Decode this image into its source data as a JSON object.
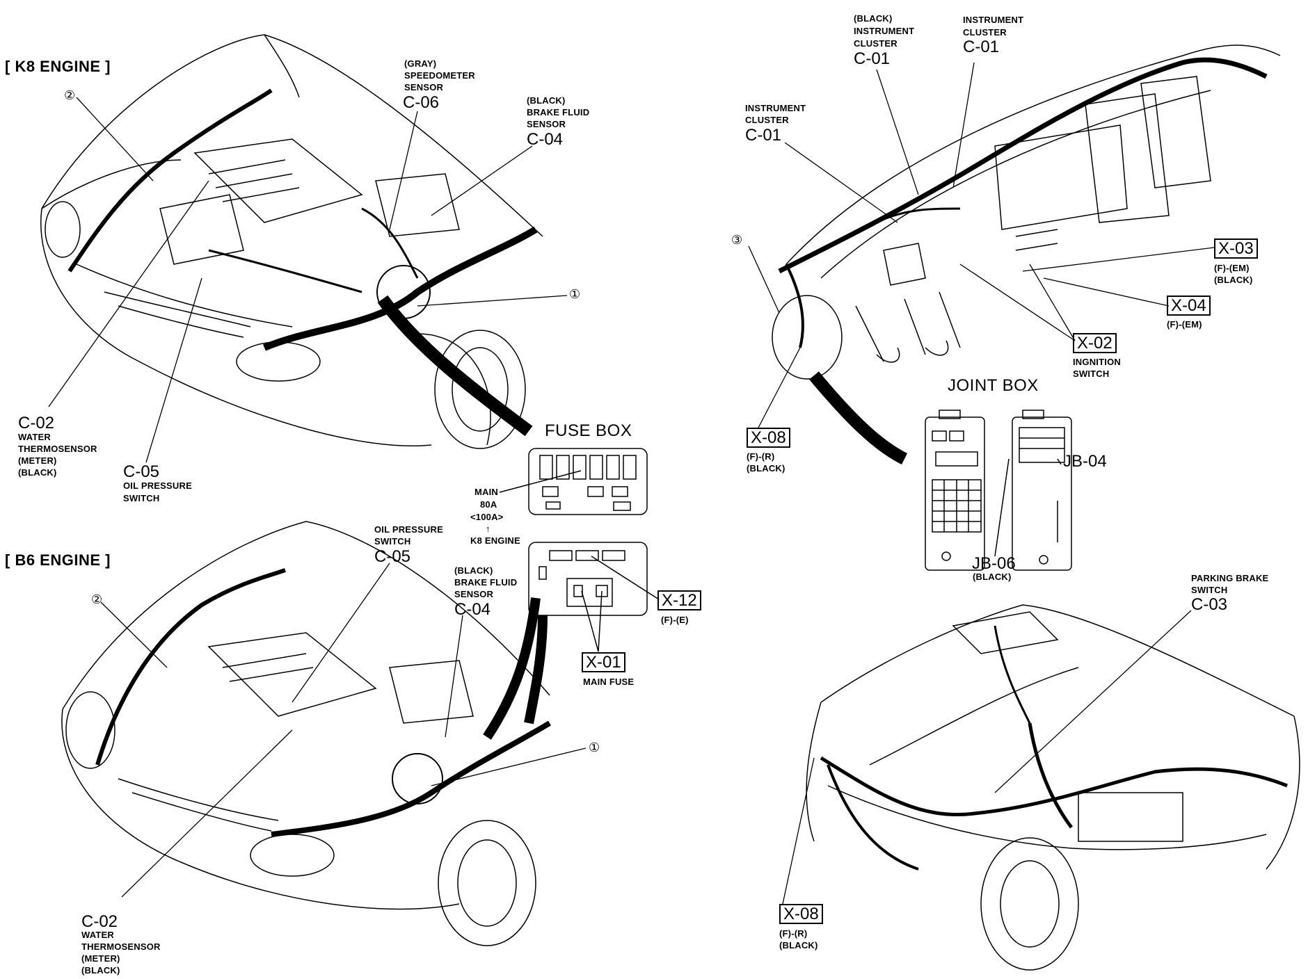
{
  "k8": {
    "title": "[ K8 ENGINE ]",
    "callout_2": "②",
    "callout_1": "①",
    "speedo_note": "(GRAY)",
    "speedo_name1": "SPEEDOMETER",
    "speedo_name2": "SENSOR",
    "speedo_code": "C-06",
    "brake_note": "(BLACK)",
    "brake_name1": "BRAKE FLUID",
    "brake_name2": "SENSOR",
    "brake_code": "C-04",
    "water_code": "C-02",
    "water_name1": "WATER",
    "water_name2": "THERMOSENSOR",
    "water_name3": "(METER)",
    "water_note": "(BLACK)",
    "oil_code": "C-05",
    "oil_name1": "OIL PRESSURE",
    "oil_name2": "SWITCH"
  },
  "b6": {
    "title": "[ B6 ENGINE ]",
    "callout_2": "②",
    "callout_1": "①",
    "oil_name1": "OIL PRESSURE",
    "oil_name2": "SWITCH",
    "oil_code": "C-05",
    "brake_note": "(BLACK)",
    "brake_name1": "BRAKE FLUID",
    "brake_name2": "SENSOR",
    "brake_code": "C-04",
    "water_code": "C-02",
    "water_name1": "WATER",
    "water_name2": "THERMOSENSOR",
    "water_name3": "(METER)",
    "water_note": "(BLACK)"
  },
  "fusebox": {
    "title": "FUSE BOX",
    "main1": "MAIN",
    "main2": "80A",
    "main3": "<100A>",
    "arrow": "↑",
    "main4": "K8 ENGINE",
    "x12": "X-12",
    "x12_note": "(F)-(E)",
    "x01": "X-01",
    "x01_name": "MAIN FUSE"
  },
  "dash": {
    "callout_3": "③",
    "ic_black_note": "(BLACK)",
    "ic_black_name1": "INSTRUMENT",
    "ic_black_name2": "CLUSTER",
    "ic_black_code": "C-01",
    "ic2_name1": "INSTRUMENT",
    "ic2_name2": "CLUSTER",
    "ic2_code": "C-01",
    "ic3_name1": "INSTRUMENT",
    "ic3_name2": "CLUSTER",
    "ic3_code": "C-01",
    "x03": "X-03",
    "x03_note1": "(F)-(EM)",
    "x03_note2": "(BLACK)",
    "x04": "X-04",
    "x04_note": "(F)-(EM)",
    "x02": "X-02",
    "x02_name1": "INGNITION",
    "x02_name2": "SWITCH",
    "x08": "X-08",
    "x08_note1": "(F)-(R)",
    "x08_note2": "(BLACK)"
  },
  "jointbox": {
    "title": "JOINT BOX",
    "jb04": "JB-04",
    "jb06": "JB-06",
    "jb06_note": "(BLACK)"
  },
  "rear": {
    "pb_name1": "PARKING BRAKE",
    "pb_name2": "SWITCH",
    "pb_code": "C-03",
    "x08": "X-08",
    "x08_note1": "(F)-(R)",
    "x08_note2": "(BLACK)"
  }
}
